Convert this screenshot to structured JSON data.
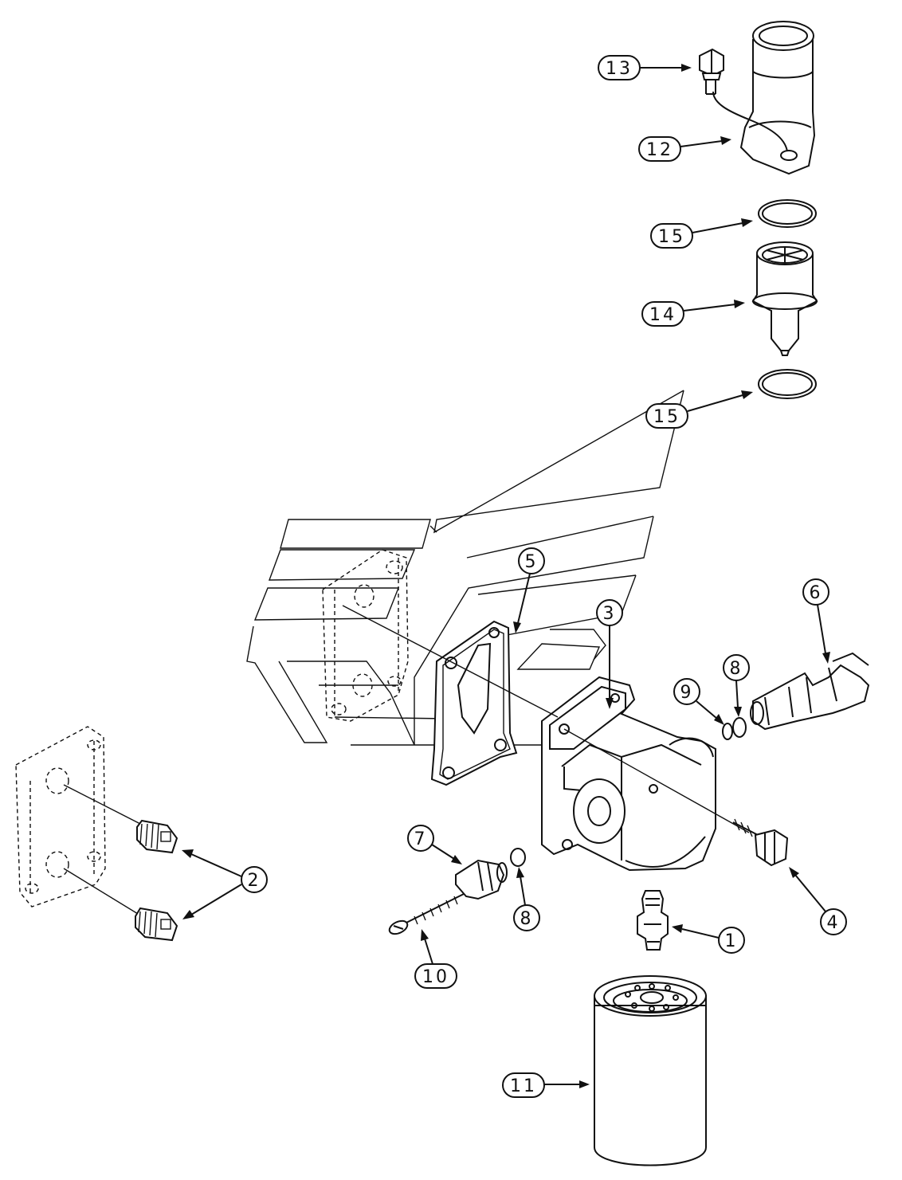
{
  "diagram": {
    "callouts": [
      {
        "id": "c13",
        "label": "13"
      },
      {
        "id": "c12",
        "label": "12"
      },
      {
        "id": "c15a",
        "label": "15"
      },
      {
        "id": "c14",
        "label": "14"
      },
      {
        "id": "c15b",
        "label": "15"
      },
      {
        "id": "c5",
        "label": "5"
      },
      {
        "id": "c3",
        "label": "3"
      },
      {
        "id": "c6",
        "label": "6"
      },
      {
        "id": "c8a",
        "label": "8"
      },
      {
        "id": "c9",
        "label": "9"
      },
      {
        "id": "c7",
        "label": "7"
      },
      {
        "id": "c8b",
        "label": "8"
      },
      {
        "id": "c2",
        "label": "2"
      },
      {
        "id": "c10",
        "label": "10"
      },
      {
        "id": "c1",
        "label": "1"
      },
      {
        "id": "c4",
        "label": "4"
      },
      {
        "id": "c11",
        "label": "11"
      }
    ]
  },
  "colors": {
    "line": "#111111",
    "background": "#ffffff"
  }
}
